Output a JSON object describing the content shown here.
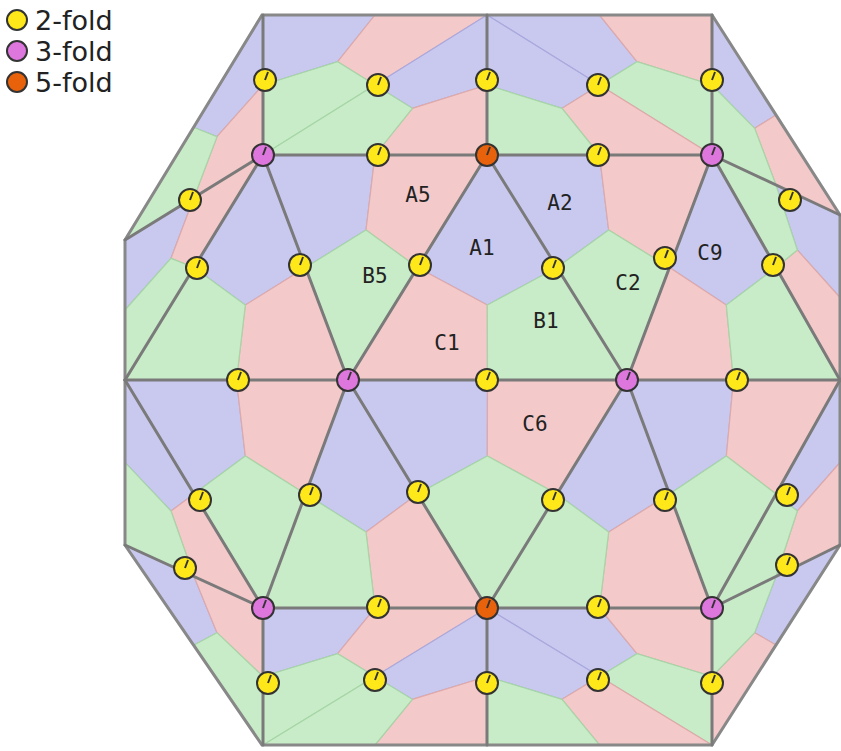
{
  "diagram": {
    "labels": [
      "A5",
      "A2",
      "A1",
      "B5",
      "C9",
      "C2",
      "B1",
      "C1",
      "C6"
    ],
    "legend": [
      {
        "text": "2-fold",
        "color": "#ffe81a"
      },
      {
        "text": "3-fold",
        "color": "#dd77dd"
      },
      {
        "text": "5-fold",
        "color": "#e8620c"
      }
    ]
  }
}
